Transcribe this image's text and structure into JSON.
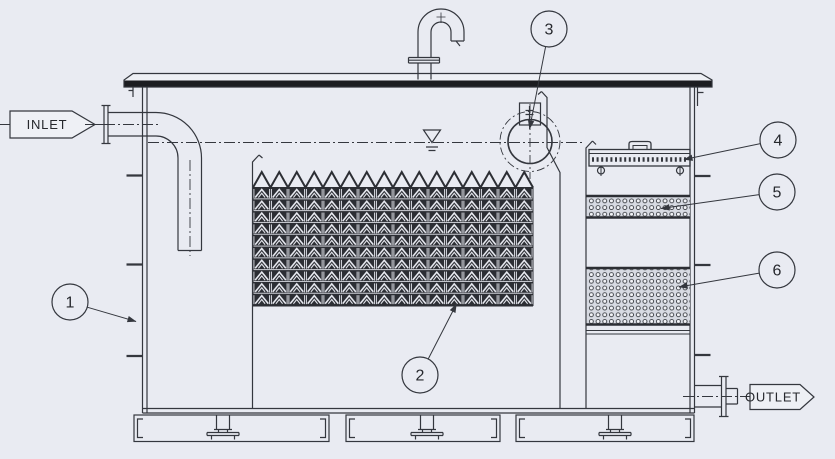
{
  "diagram": {
    "labels": {
      "inlet": "INLET",
      "outlet": "OUTLET"
    },
    "callouts": [
      {
        "number": "1"
      },
      {
        "number": "2"
      },
      {
        "number": "3"
      },
      {
        "number": "4"
      },
      {
        "number": "5"
      },
      {
        "number": "6"
      }
    ],
    "colors": {
      "background": "#e9ebf2",
      "line": "#34373e",
      "lid": "#1c1d21",
      "media_pack": "#2c2e34",
      "perforated_band_bg": "#d7dae2"
    }
  }
}
